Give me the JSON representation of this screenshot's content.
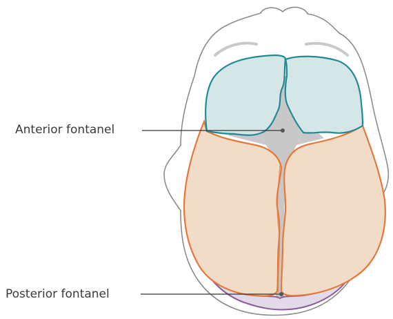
{
  "labels": {
    "anterior": "Anterior fontanel",
    "posterior": "Posterior fontanel"
  },
  "colors": {
    "background": "#ffffff",
    "head_outline": "#8a8a8a",
    "frontal_bone_fill": "#d5e6e6",
    "frontal_bone_stroke": "#1f8a94",
    "parietal_bone_fill": "#f1dcc8",
    "parietal_bone_stroke": "#e5773a",
    "occipital_bone_fill": "#e2dae6",
    "occipital_bone_stroke": "#8a5a9c",
    "fontanel_fill": "#c8c8c8",
    "eyebrow": "#c9c9c9",
    "leader_line": "#333333"
  },
  "icons": {
    "anterior_marker": "dot",
    "posterior_marker": "dot"
  }
}
